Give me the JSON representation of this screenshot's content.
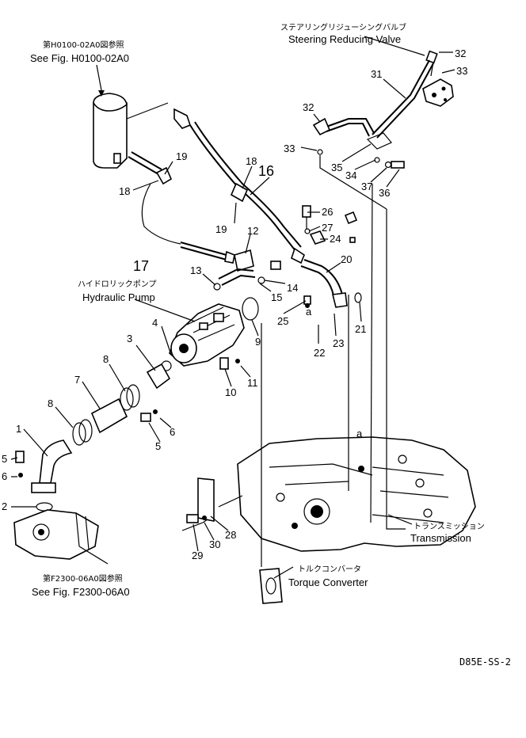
{
  "labels": {
    "steering_jp": "ステアリングリジューシングバルブ",
    "steering_en": "Steering Reducing Valve",
    "ref_top_jp": "第H0100-02A0図参照",
    "ref_top_en": "See Fig. H0100-02A0",
    "hydraulic_jp": "ハイドロリックポンプ",
    "hydraulic_en": "Hydraulic Pump",
    "transmission_jp": "トランスミッション",
    "transmission_en": "Transmission",
    "torque_jp": "トルクコンバータ",
    "torque_en": "Torque Converter",
    "ref_bottom_jp": "第F2300-06A0図参照",
    "ref_bottom_en": "See Fig. F2300-06A0",
    "code": "D85E-SS-2",
    "section_a_1": "a",
    "section_a_2": "a"
  },
  "callouts": [
    {
      "id": "c32a",
      "num": "32"
    },
    {
      "id": "c33a",
      "num": "33"
    },
    {
      "id": "c31",
      "num": "31"
    },
    {
      "id": "c32b",
      "num": "32"
    },
    {
      "id": "c33b",
      "num": "33"
    },
    {
      "id": "c35",
      "num": "35"
    },
    {
      "id": "c34",
      "num": "34"
    },
    {
      "id": "c37",
      "num": "37"
    },
    {
      "id": "c36",
      "num": "36"
    },
    {
      "id": "c19a",
      "num": "19"
    },
    {
      "id": "c18a",
      "num": "18"
    },
    {
      "id": "c18b",
      "num": "18"
    },
    {
      "id": "c16",
      "num": "16"
    },
    {
      "id": "c19b",
      "num": "19"
    },
    {
      "id": "c26",
      "num": "26"
    },
    {
      "id": "c27",
      "num": "27"
    },
    {
      "id": "c24",
      "num": "24"
    },
    {
      "id": "c17",
      "num": "17"
    },
    {
      "id": "c12",
      "num": "12"
    },
    {
      "id": "c13",
      "num": "13"
    },
    {
      "id": "c20",
      "num": "20"
    },
    {
      "id": "c14",
      "num": "14"
    },
    {
      "id": "c15",
      "num": "15"
    },
    {
      "id": "c25",
      "num": "25"
    },
    {
      "id": "c21",
      "num": "21"
    },
    {
      "id": "c4",
      "num": "4"
    },
    {
      "id": "c9",
      "num": "9"
    },
    {
      "id": "c23",
      "num": "23"
    },
    {
      "id": "c22",
      "num": "22"
    },
    {
      "id": "c3",
      "num": "3"
    },
    {
      "id": "c8a",
      "num": "8"
    },
    {
      "id": "c11",
      "num": "11"
    },
    {
      "id": "c10",
      "num": "10"
    },
    {
      "id": "c7",
      "num": "7"
    },
    {
      "id": "c8b",
      "num": "8"
    },
    {
      "id": "c6a",
      "num": "6"
    },
    {
      "id": "c1",
      "num": "1"
    },
    {
      "id": "c5a",
      "num": "5"
    },
    {
      "id": "c5b",
      "num": "5"
    },
    {
      "id": "c6b",
      "num": "6"
    },
    {
      "id": "c2",
      "num": "2"
    },
    {
      "id": "c28",
      "num": "28"
    },
    {
      "id": "c30",
      "num": "30"
    },
    {
      "id": "c29",
      "num": "29"
    }
  ]
}
